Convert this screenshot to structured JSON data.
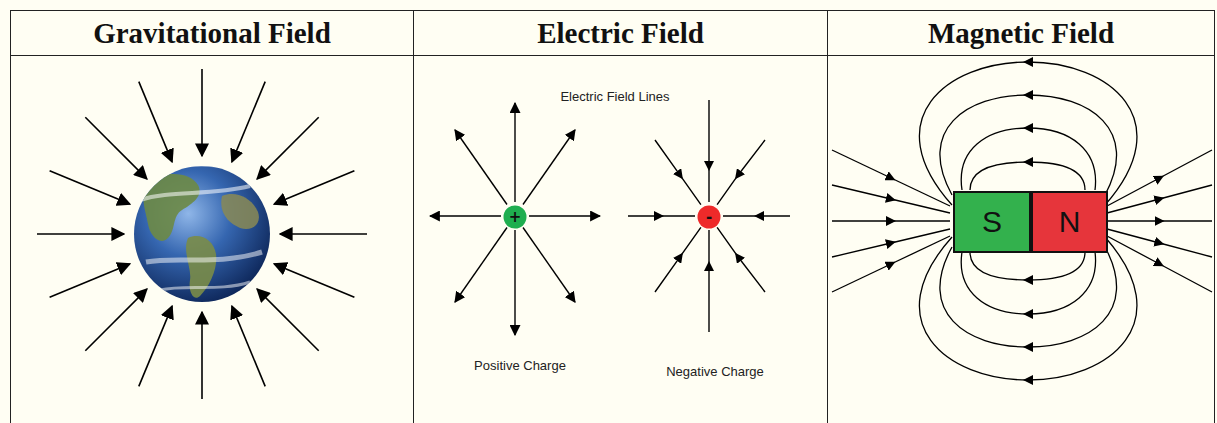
{
  "diagram": {
    "nodes": [
      {
        "text": [
          "Gravitational Field"
        ]
      },
      {
        "text": [
          "Electric Field"
        ]
      },
      {
        "text": [
          "+"
        ],
        "in": 1
      },
      {
        "text": [
          "-"
        ],
        "in": 1
      },
      {
        "text": [
          "Magnetic Field"
        ]
      },
      {
        "text": [
          "S"
        ],
        "in": 4
      },
      {
        "text": [
          "N"
        ],
        "in": 4
      }
    ],
    "labels": [
      "Electric Field Lines",
      "Positive Charge",
      "Negative Charge"
    ]
  }
}
